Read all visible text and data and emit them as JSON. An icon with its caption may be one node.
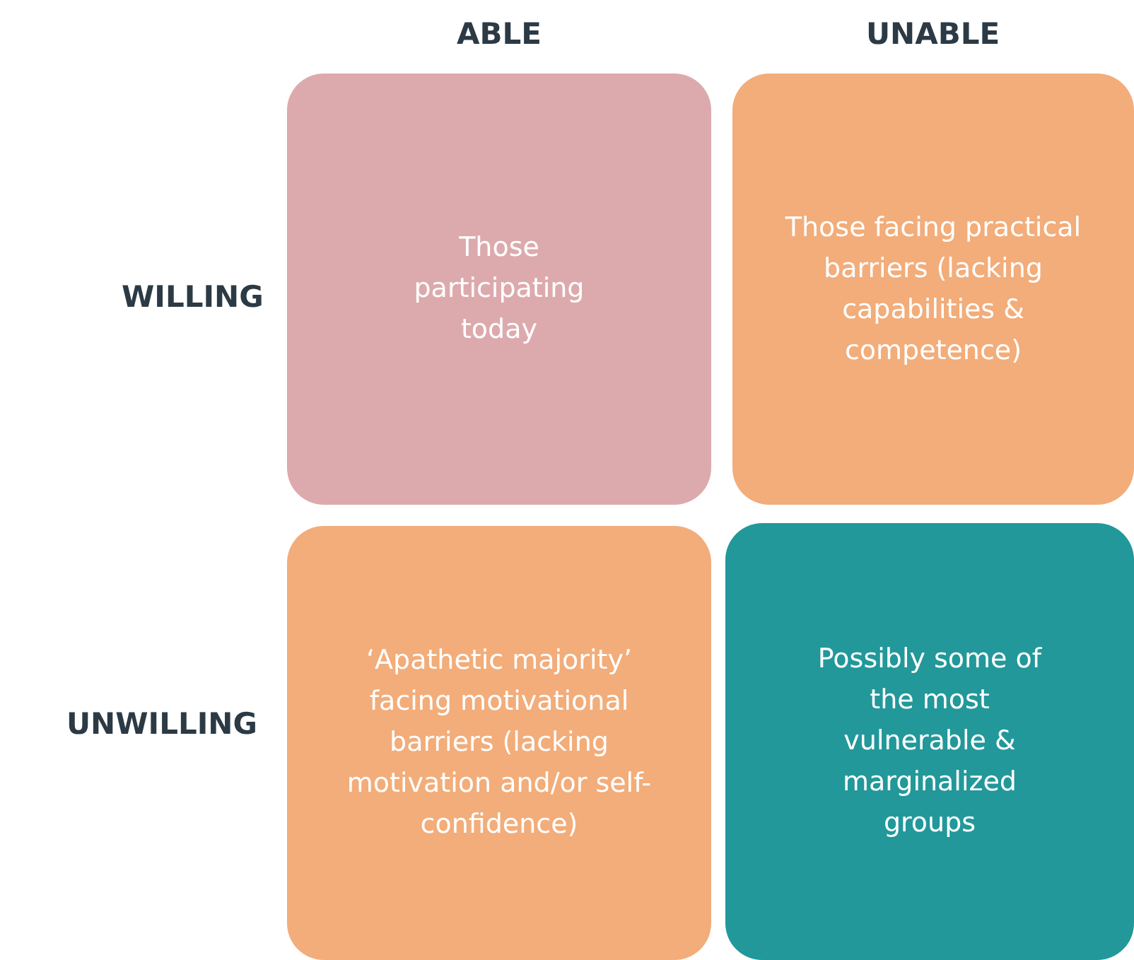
{
  "diagram": {
    "nodes": [
      {
        "text": [
          "Those participating today"
        ]
      },
      {
        "text": [
          "Those facing practical barriers (lacking capabilities & competence)"
        ]
      },
      {
        "text": [
          "‘Apathetic majority’ facing motivational barriers (lacking motivation and/or self-confidence)"
        ]
      },
      {
        "text": [
          "Possibly some of the most vulnerable & marginalized groups"
        ]
      }
    ],
    "labels": [
      "ABLE",
      "UNABLE",
      "WILLING",
      "UNWILLING"
    ]
  }
}
